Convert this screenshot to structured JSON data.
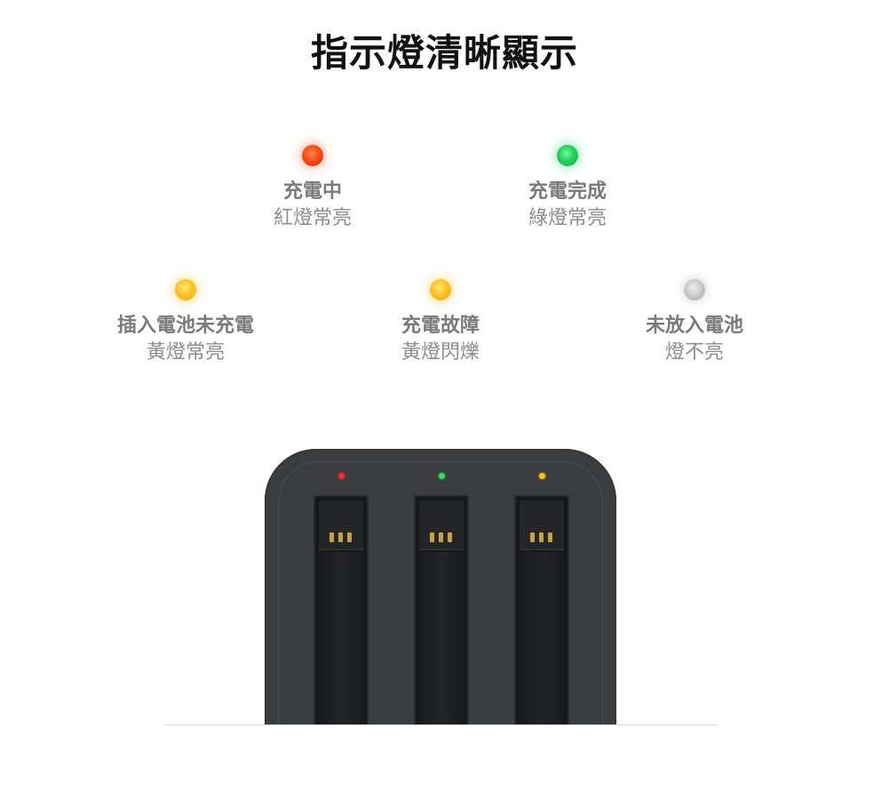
{
  "title": "指示燈清晰顯示",
  "indicators": [
    {
      "label": "充電中",
      "desc": "紅燈常亮",
      "color": "red"
    },
    {
      "label": "充電完成",
      "desc": "綠燈常亮",
      "color": "green"
    },
    {
      "label": "插入電池未充電",
      "desc": "黃燈常亮",
      "color": "yellow"
    },
    {
      "label": "充電故障",
      "desc": "黃燈閃爍",
      "color": "yellow"
    },
    {
      "label": "未放入電池",
      "desc": "燈不亮",
      "color": "gray"
    }
  ],
  "colors": {
    "red": "#ff4a10",
    "green": "#1fd25a",
    "yellow": "#ffc01a",
    "gray": "#c4c4c4",
    "charger_body": "#3b3c40"
  },
  "charger": {
    "slot_leds": [
      "red",
      "green",
      "yellow"
    ]
  }
}
